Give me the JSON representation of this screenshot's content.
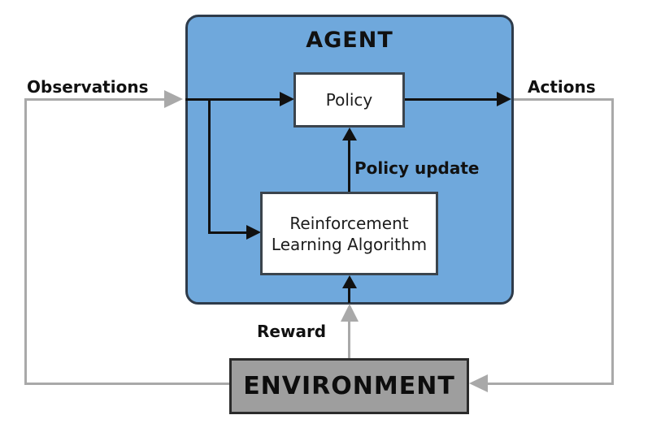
{
  "agent": {
    "title": "AGENT",
    "policy_label": "Policy",
    "rl_label_lines": [
      "Reinforcement",
      "Learning Algorithm"
    ]
  },
  "environment": {
    "label": "ENVIRONMENT"
  },
  "labels": {
    "observations": "Observations",
    "actions": "Actions",
    "policy_update": "Policy update",
    "reward": "Reward"
  },
  "colors": {
    "agent-fill": "#6fa8dc",
    "agent-border": "#2e3b4a",
    "box-border": "#3b444d",
    "env-fill": "#9e9e9e",
    "env-border": "#2b2b2b",
    "gray-line": "#a9a9a9",
    "black-line": "#111111",
    "text": "#111111"
  }
}
